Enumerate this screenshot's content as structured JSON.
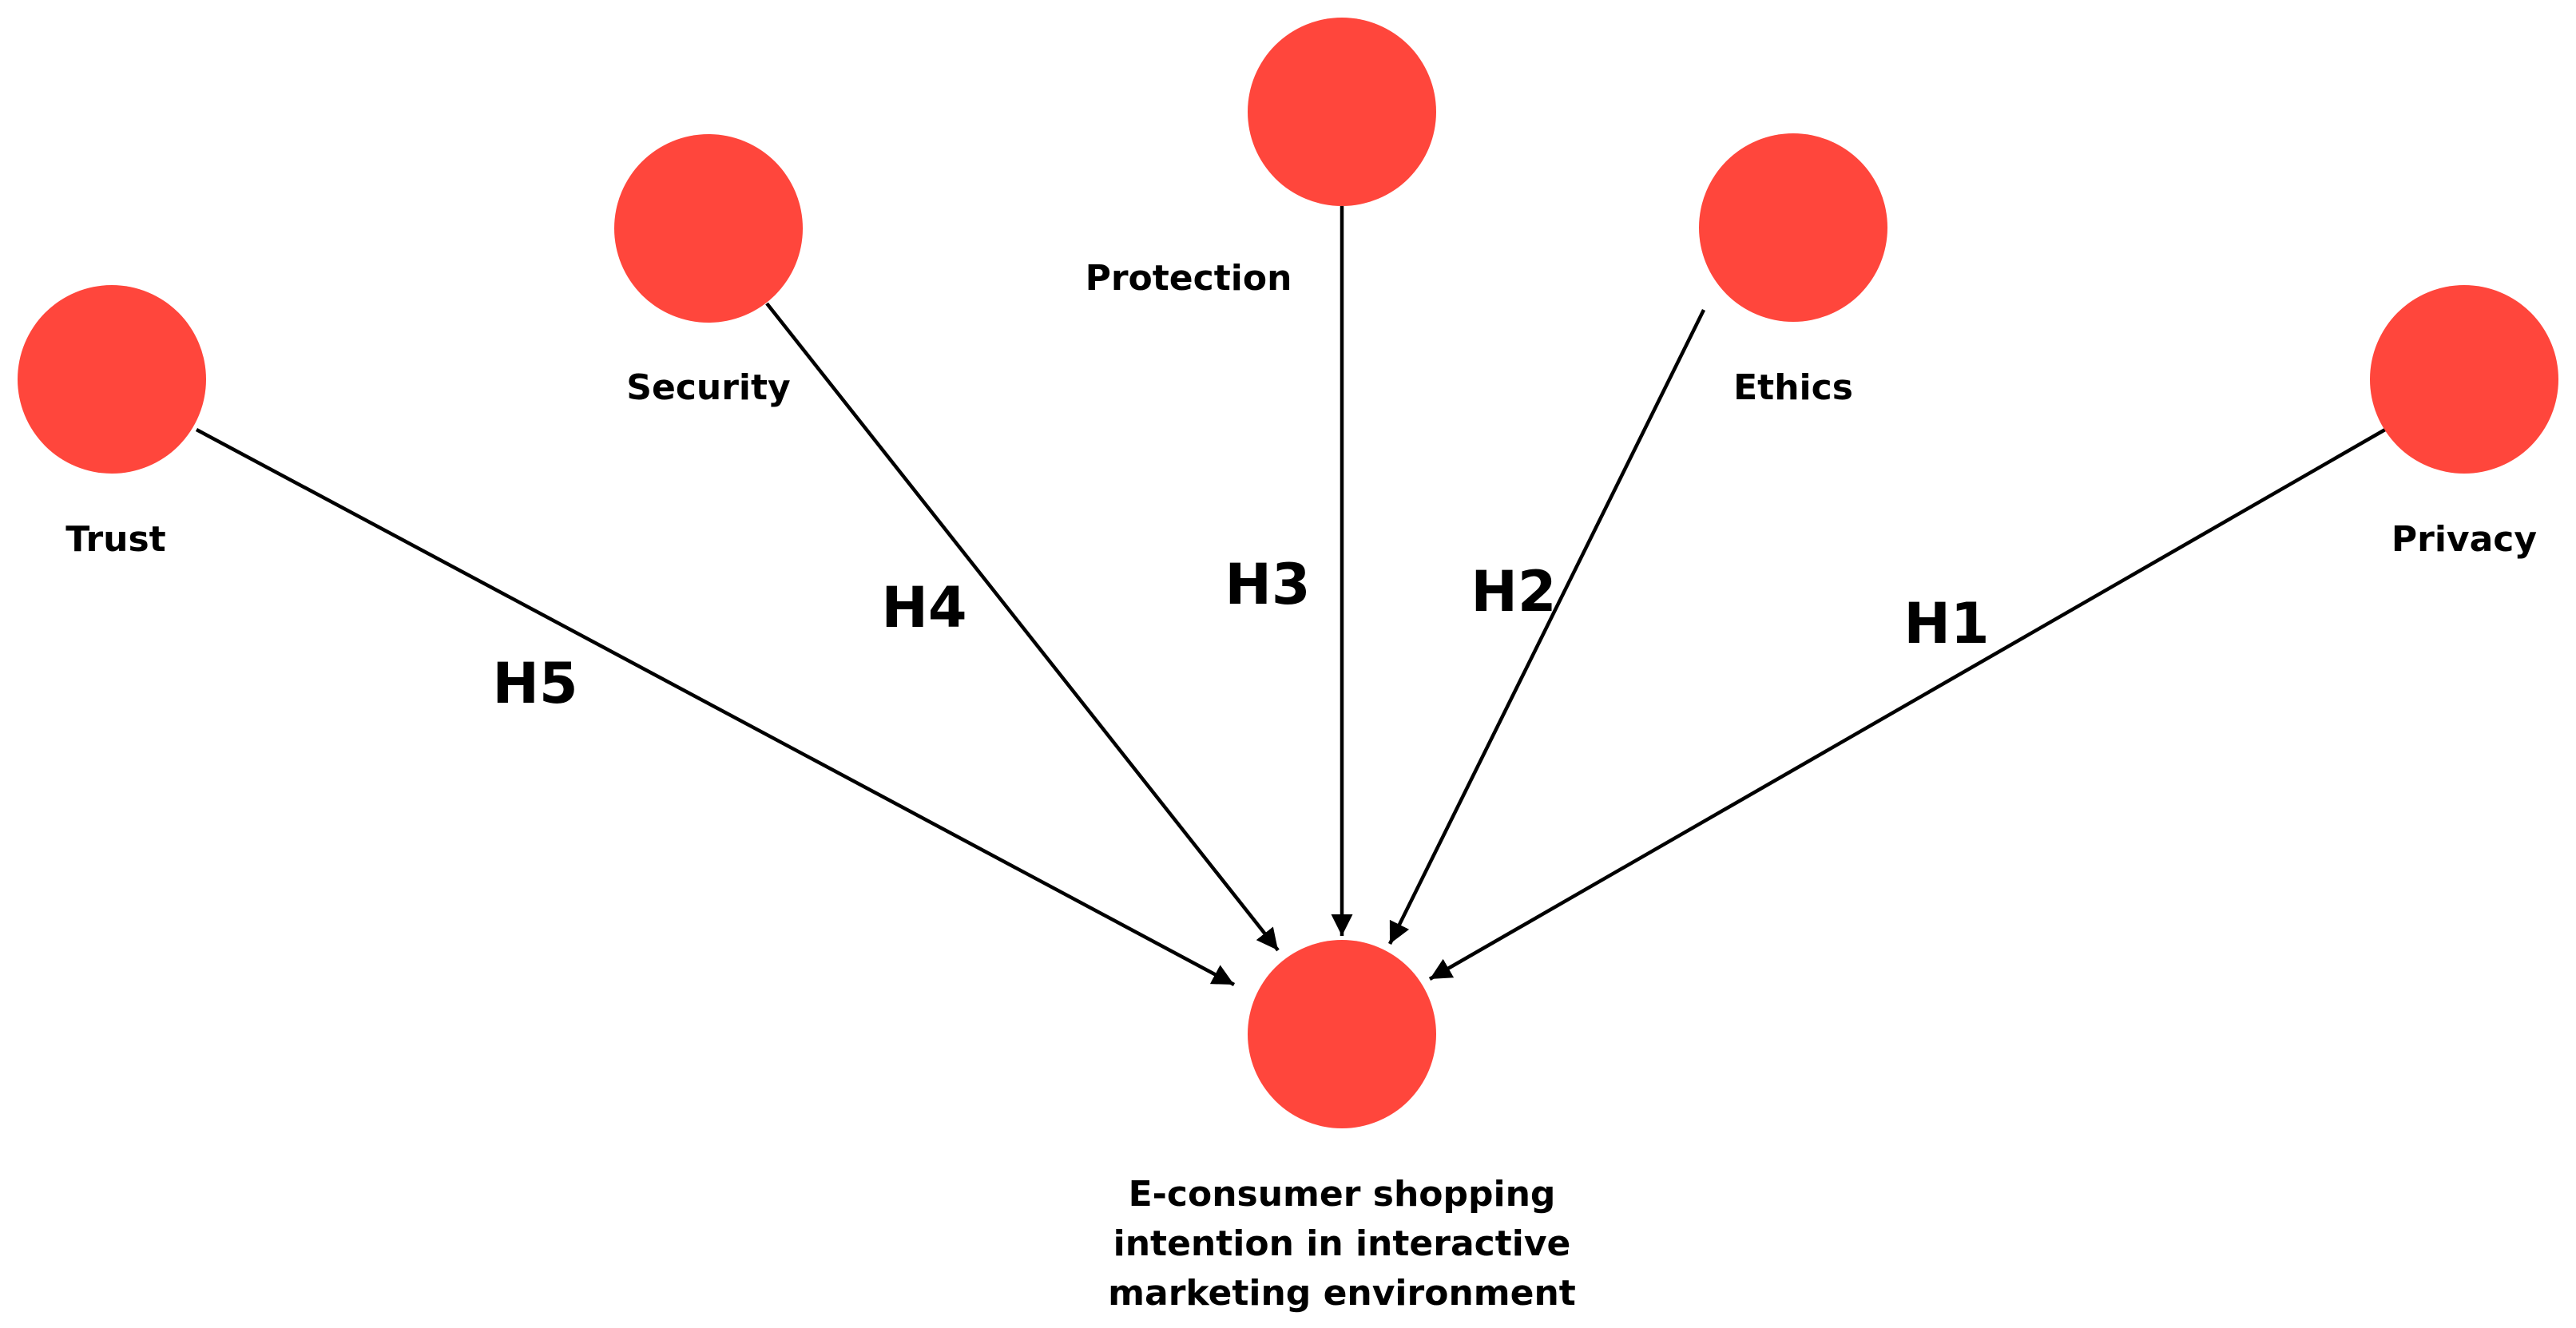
{
  "diagram": {
    "node_color": "#ff463c",
    "edge_color": "#000000",
    "target": {
      "label_lines": [
        "E-consumer shopping",
        "intention in interactive",
        "marketing environment"
      ]
    },
    "sources": [
      {
        "id": "trust",
        "label": "Trust",
        "hypothesis": "H5"
      },
      {
        "id": "security",
        "label": "Security",
        "hypothesis": "H4"
      },
      {
        "id": "protection",
        "label": "Protection",
        "hypothesis": "H3"
      },
      {
        "id": "ethics",
        "label": "Ethics",
        "hypothesis": "H2"
      },
      {
        "id": "privacy",
        "label": "Privacy",
        "hypothesis": "H1"
      }
    ]
  }
}
